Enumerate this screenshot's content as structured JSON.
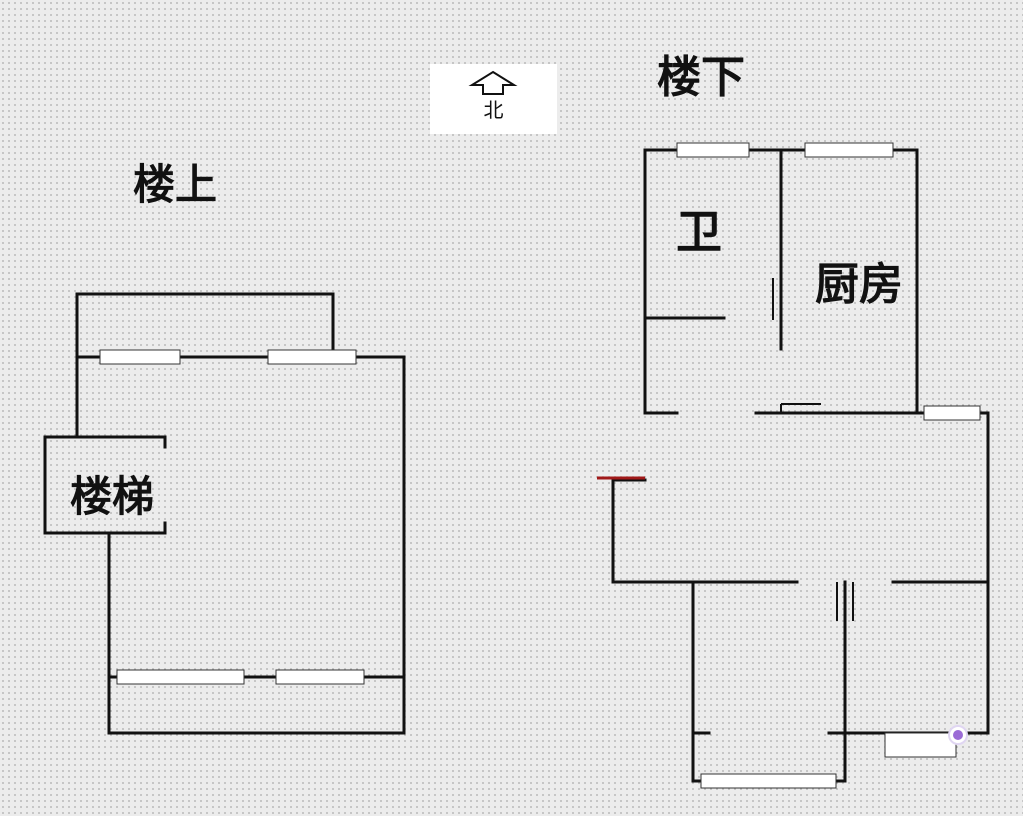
{
  "floor_plan": {
    "upstairs_title": "楼上",
    "downstairs_title": "楼下",
    "compass_label": "北",
    "rooms": {
      "stairs": "楼梯",
      "bathroom": "卫",
      "kitchen": "厨房"
    }
  },
  "colors": {
    "wall": "#111111",
    "window_fill": "#ffffff",
    "accent_line": "#a01818",
    "cursor": "#9b6bd6"
  }
}
